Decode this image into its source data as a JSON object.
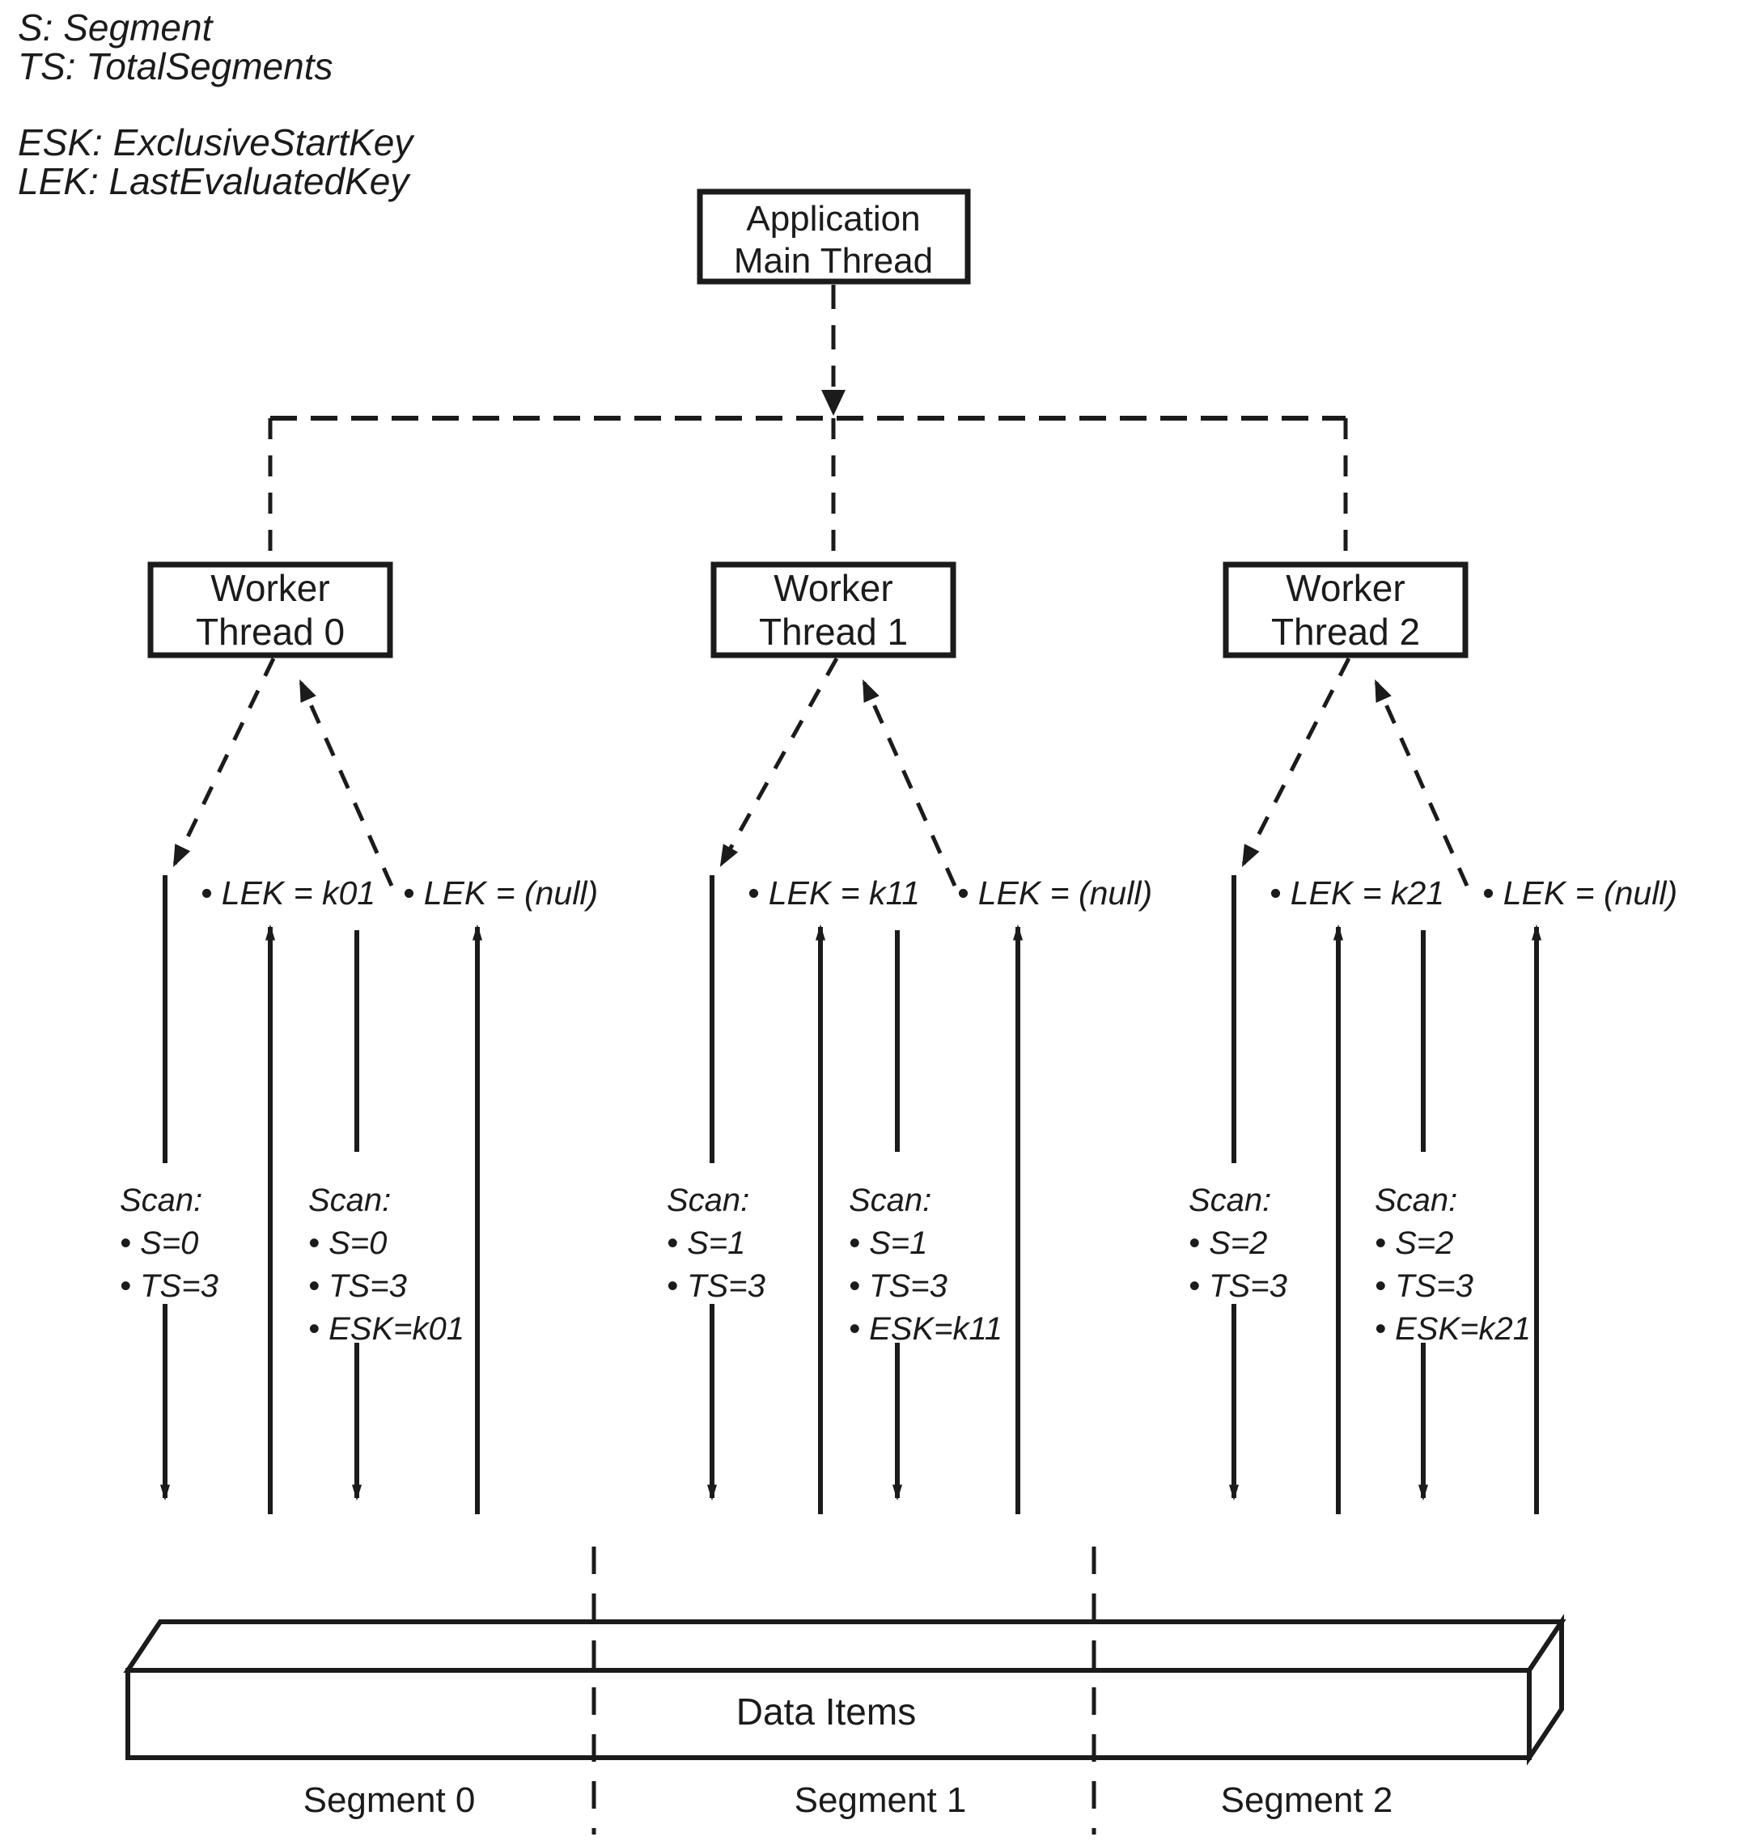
{
  "legend": {
    "items": [
      "S: Segment",
      "TS: TotalSegments",
      "ESK: ExclusiveStartKey",
      "LEK: LastEvaluatedKey"
    ]
  },
  "app_box": {
    "line1": "Application",
    "line2": "Main Thread"
  },
  "threads": [
    {
      "box_line1": "Worker",
      "box_line2": "Thread 0",
      "response1": "• LEK = k01",
      "response2": "• LEK = (null)",
      "scan1": {
        "title": "Scan:",
        "param1": "• S=0",
        "param2": "• TS=3"
      },
      "scan2": {
        "title": "Scan:",
        "param1": "• S=0",
        "param2": "• TS=3",
        "param3": "• ESK=k01"
      }
    },
    {
      "box_line1": "Worker",
      "box_line2": "Thread 1",
      "response1": "• LEK = k11",
      "response2": "• LEK = (null)",
      "scan1": {
        "title": "Scan:",
        "param1": "• S=1",
        "param2": "• TS=3"
      },
      "scan2": {
        "title": "Scan:",
        "param1": "• S=1",
        "param2": "• TS=3",
        "param3": "• ESK=k11"
      }
    },
    {
      "box_line1": "Worker",
      "box_line2": "Thread 2",
      "response1": "• LEK = k21",
      "response2": "• LEK = (null)",
      "scan1": {
        "title": "Scan:",
        "param1": "• S=2",
        "param2": "• TS=3"
      },
      "scan2": {
        "title": "Scan:",
        "param1": "• S=2",
        "param2": "• TS=3",
        "param3": "• ESK=k21"
      }
    }
  ],
  "datastore": {
    "label": "Data Items"
  },
  "segments": [
    "Segment 0",
    "Segment 1",
    "Segment 2"
  ],
  "colors": {
    "ink": "#1b1b1b",
    "paper": "#ffffff"
  }
}
